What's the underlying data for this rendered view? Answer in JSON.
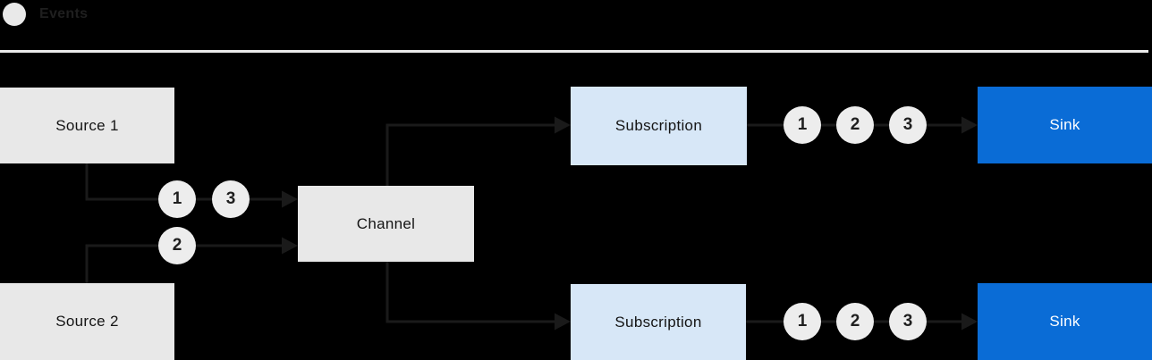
{
  "legend": {
    "label": "Events"
  },
  "nodes": {
    "source1": "Source 1",
    "source2": "Source 2",
    "channel": "Channel",
    "subscription_top": "Subscription",
    "subscription_bottom": "Subscription",
    "sink_top": "Sink",
    "sink_bottom": "Sink"
  },
  "events": {
    "source1_to_channel": [
      "1",
      "3"
    ],
    "source2_to_channel": [
      "2"
    ],
    "subscription_top_to_sink": [
      "1",
      "2",
      "3"
    ],
    "subscription_bottom_to_sink": [
      "1",
      "2",
      "3"
    ]
  },
  "colors": {
    "background": "#000000",
    "box_gray": "#e8e8e8",
    "box_light_blue": "#d7e7f7",
    "box_blue": "#0a6cd6",
    "event_circle_fill": "#ededed",
    "connector_line": "#1a1a1a",
    "text_dark": "#151515",
    "text_white": "#ffffff",
    "divider": "#ebebeb"
  }
}
